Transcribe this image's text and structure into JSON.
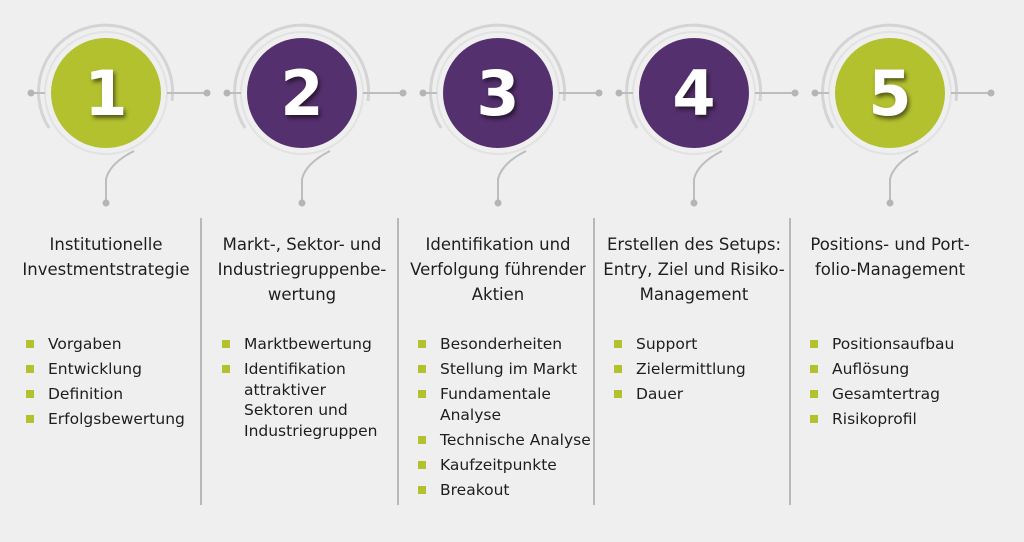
{
  "colors": {
    "green": "#b3c12f",
    "purple": "#55306e",
    "ring": "#d4d4d4",
    "line": "#bdbdbd",
    "dot": "#b5b5b5",
    "bullet": "#b3c12f"
  },
  "steps": [
    {
      "number": "1",
      "color": "green",
      "title": "Institutionelle Investmentstrategie",
      "items": [
        "Vorgaben",
        "Entwicklung",
        "Definition",
        "Erfolgsbewertung"
      ]
    },
    {
      "number": "2",
      "color": "purple",
      "title": "Markt-, Sektor- und Industriegruppenbe-wertung",
      "items": [
        "Marktbewertung",
        "Identifikation attraktiver Sektoren und Industriegruppen"
      ]
    },
    {
      "number": "3",
      "color": "purple",
      "title": "Identifikation und Verfolgung führender Aktien",
      "items": [
        "Besonderheiten",
        "Stellung im Markt",
        "Fundamentale Analyse",
        "Technische Analyse",
        "Kaufzeitpunkte",
        "Breakout"
      ]
    },
    {
      "number": "4",
      "color": "purple",
      "title": "Erstellen des Setups: Entry, Ziel und Risiko-Management",
      "items": [
        "Support",
        "Zielermittlung",
        "Dauer"
      ]
    },
    {
      "number": "5",
      "color": "green",
      "title": "Positions- und Port-folio-Management",
      "items": [
        "Positionsaufbau",
        "Auflösung",
        "Gesamtertrag",
        "Risikoprofil"
      ]
    }
  ]
}
